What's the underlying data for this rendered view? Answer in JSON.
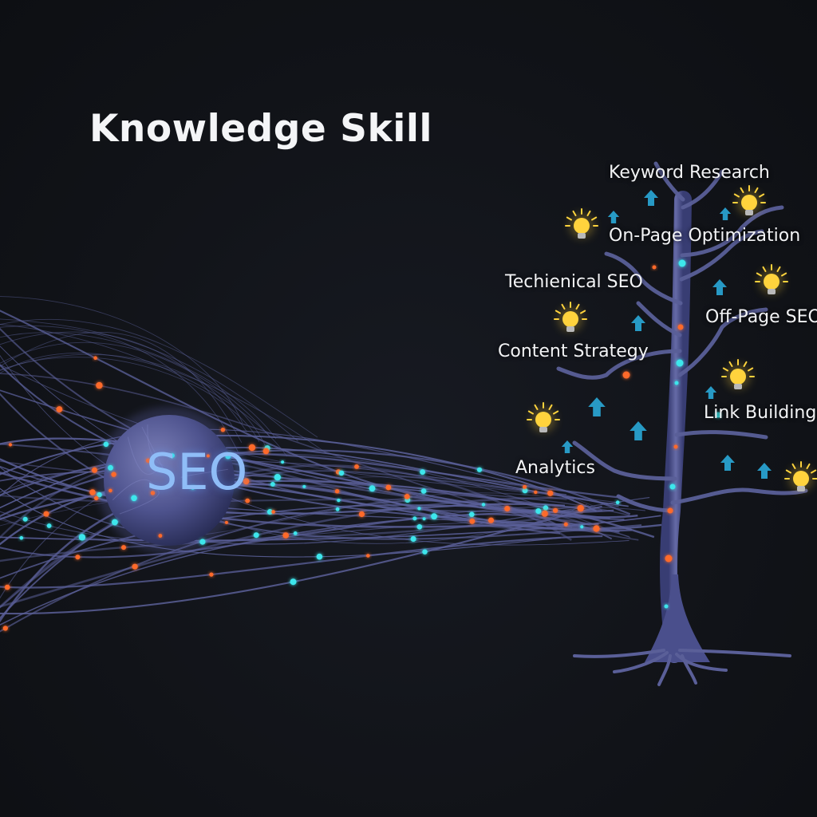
{
  "title": "Knowledge Skill",
  "core_label": "SEO",
  "branches": [
    "Keyword Research",
    "On-Page Optimization",
    "Techienical SEO",
    "Off-Page SEO",
    "Content Strategy",
    "Link Building",
    "Analytics"
  ],
  "colors": {
    "background": "#111318",
    "strand": "#5a5f98",
    "node_orange": "#ff6a2a",
    "node_cyan": "#3ee6ec",
    "bulb": "#ffd33d",
    "arrow": "#2aa9d8",
    "sphere": "#4a4f8c",
    "core_text": "#8fbdf7"
  },
  "icons": [
    "lightbulb-icon",
    "up-arrow-icon"
  ]
}
